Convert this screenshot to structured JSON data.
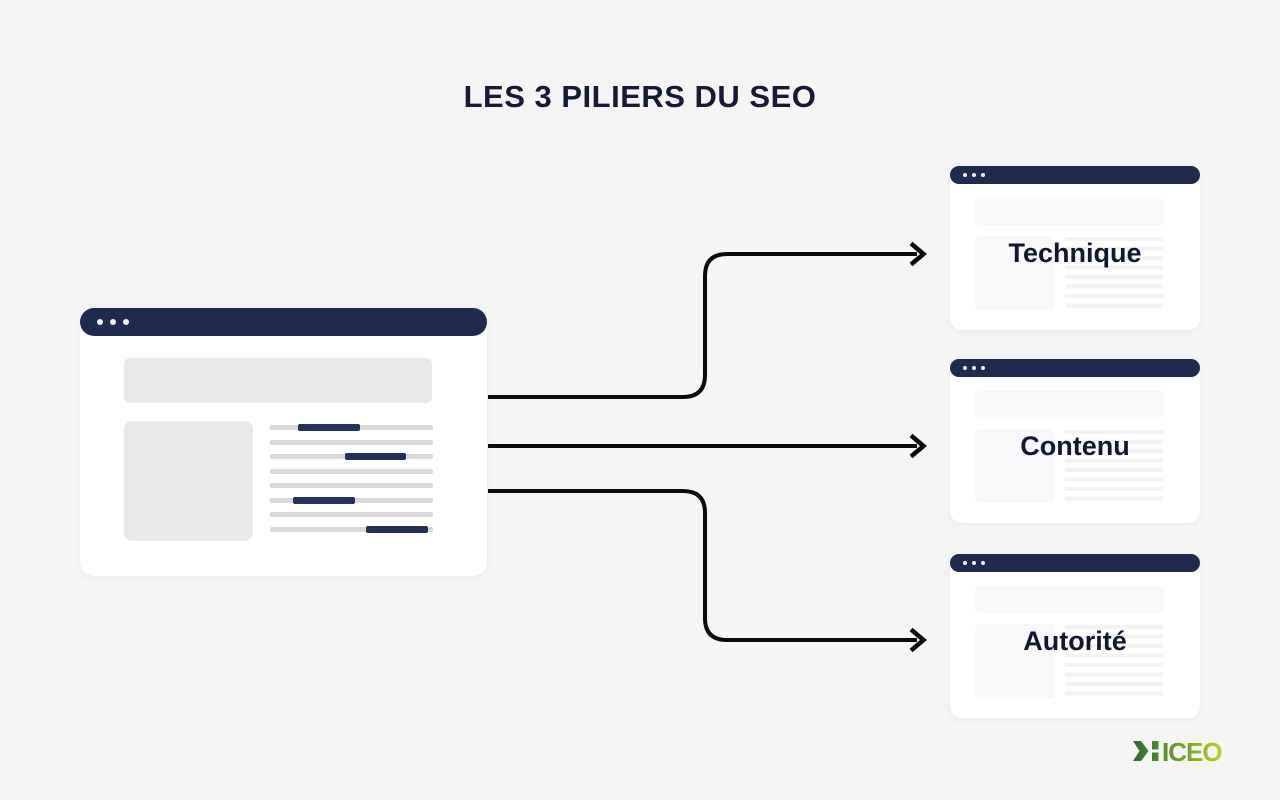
{
  "title": "LES 3 PILIERS DU SEO",
  "pillars": [
    {
      "label": "Technique"
    },
    {
      "label": "Contenu"
    },
    {
      "label": "Autorité"
    }
  ],
  "logo": {
    "text": "ICEO"
  },
  "colors": {
    "background": "#F5F5F6",
    "navy_titlebar": "#202A4E",
    "heading_text": "#141C33",
    "arrow_black": "#0B0B0B",
    "block_gray": "#E9E9EC",
    "line_gray": "#D9D9DC",
    "line_highlight_navy": "#24305A",
    "faint_block": "#F8F8FA",
    "faint_line": "#F3F3F5",
    "logo_gradient_start": "#2E6B2F",
    "logo_gradient_mid": "#7CA82C",
    "logo_gradient_end": "#D9E022"
  }
}
